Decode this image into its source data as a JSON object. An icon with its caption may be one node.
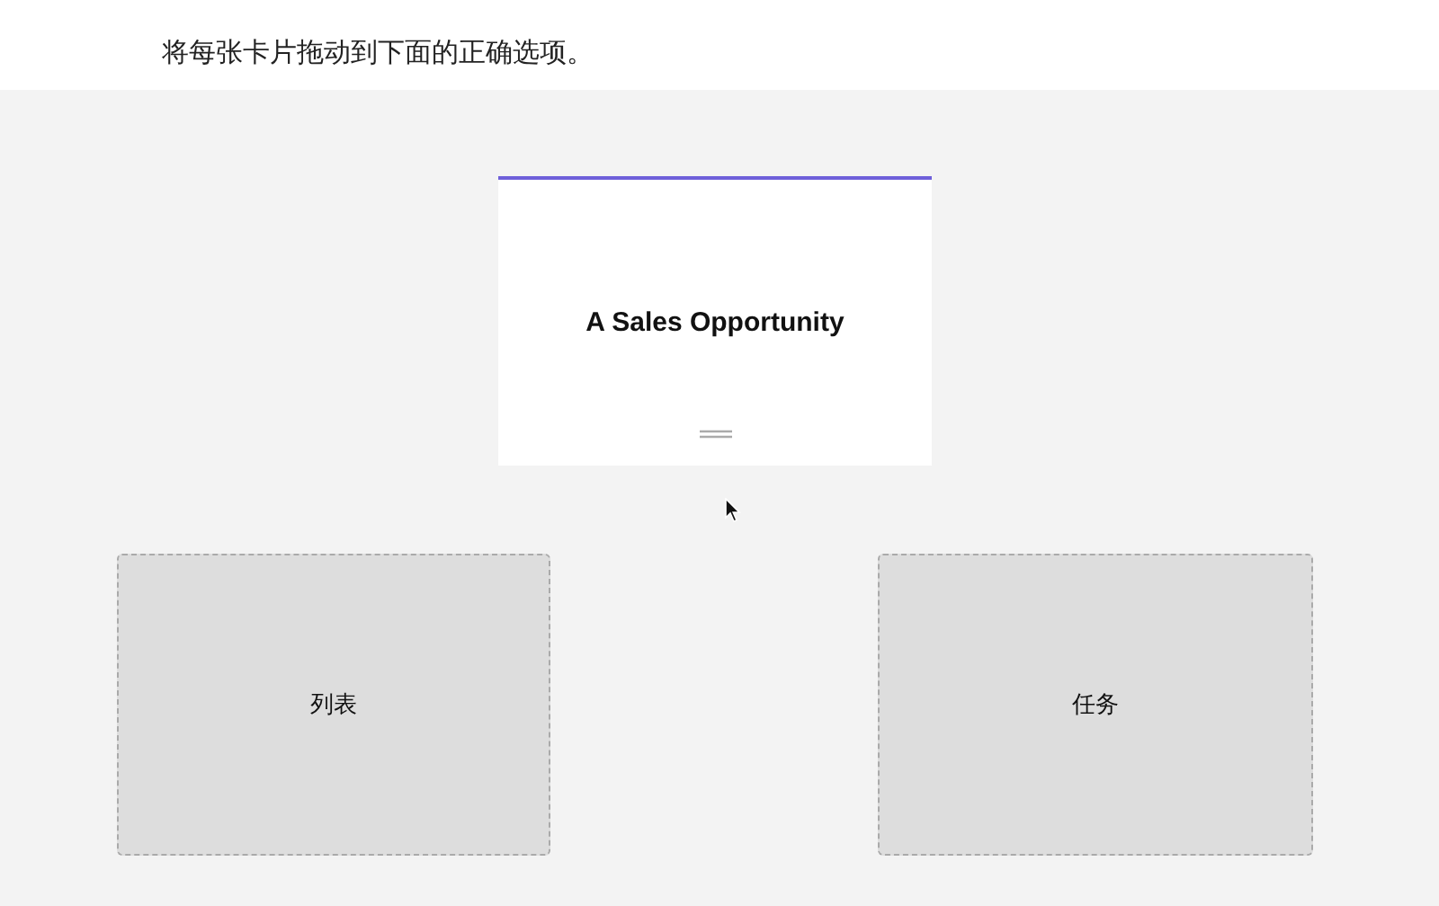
{
  "diagram": {
    "title": "将每张卡片拖动到下面的正确选项。",
    "nodes": [
      {
        "text": [
          "A Sales Opportunity"
        ]
      },
      {
        "text": [
          "列表"
        ]
      },
      {
        "text": [
          "任务"
        ]
      }
    ]
  }
}
